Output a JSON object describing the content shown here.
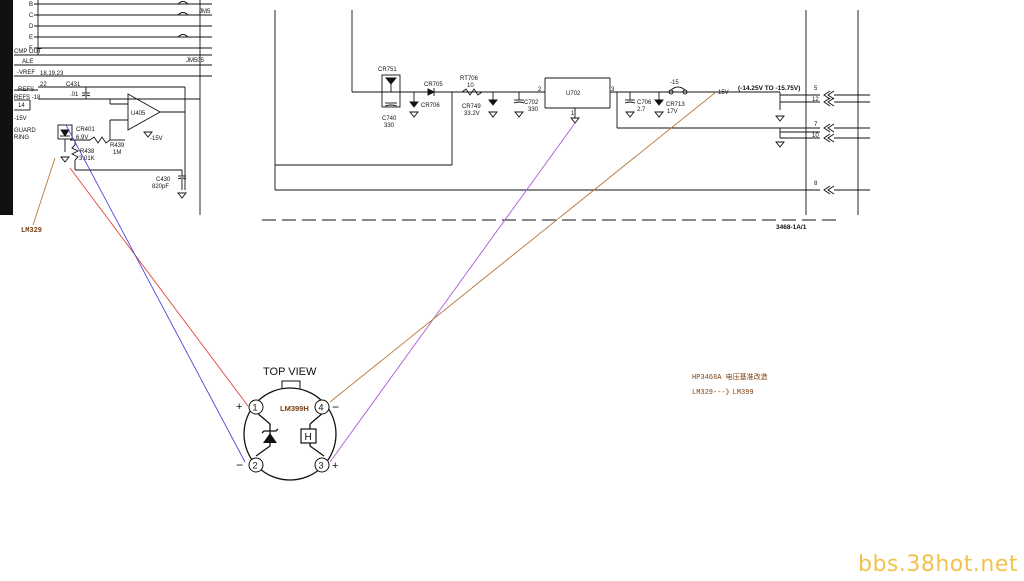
{
  "left_schematic": {
    "pins": [
      "B",
      "C",
      "D",
      "E",
      "F"
    ],
    "net_labels": [
      "CMP OUT",
      "ALE",
      "-VREF",
      "REFS",
      "-15V",
      "GUARD",
      "RING",
      "REFS -18"
    ],
    "header_ref": "JM505",
    "pin_numbers": [
      "22",
      "18,19,23",
      "14"
    ],
    "components": [
      {
        "ref": "C431",
        "value": ".01"
      },
      {
        "ref": "U405",
        "value": ""
      },
      {
        "ref": "CR401",
        "value": "6.9V"
      },
      {
        "ref": "R439",
        "value": "1M"
      },
      {
        "ref": "R438",
        "value": "3.01K"
      },
      {
        "ref": "C430",
        "value": "820pF"
      }
    ],
    "opamp_supply": "-15V",
    "jm_label": "JM5"
  },
  "right_schematic": {
    "components": [
      {
        "ref": "CR751",
        "value": ""
      },
      {
        "ref": "C740",
        "value": "330"
      },
      {
        "ref": "CR705",
        "value": ""
      },
      {
        "ref": "CR706",
        "value": ""
      },
      {
        "ref": "RT706",
        "value": "10"
      },
      {
        "ref": "CR749",
        "value": "33.2V"
      },
      {
        "ref": "C702",
        "value": "330"
      },
      {
        "ref": "U702",
        "value": ""
      },
      {
        "ref": "C706",
        "value": "2.7"
      },
      {
        "ref": "CR713",
        "value": "17V"
      }
    ],
    "regulator_pins": [
      "2",
      "3",
      "1"
    ],
    "rail_label": "-15",
    "output_label": "-15V",
    "range_label": "(-14.25V TO -15.75V)",
    "connector_pins": [
      "5",
      "12",
      "7",
      "10",
      "8"
    ],
    "drawing_number": "3468-1A/1"
  },
  "annotation_left": "LM329",
  "annotation_note_title": "HP3468A 电压基准改造",
  "annotation_note_change": "LM329---》LM399",
  "package": {
    "view_label": "TOP VIEW",
    "part": "LM399H",
    "pins": [
      {
        "num": "1",
        "pol": "+"
      },
      {
        "num": "2",
        "pol": "−"
      },
      {
        "num": "3",
        "pol": "+"
      },
      {
        "num": "4",
        "pol": "−"
      }
    ],
    "heater_label": "H"
  },
  "colors": {
    "red_wire": "#e0463a",
    "blue_wire": "#4a4ad8",
    "purple_wire": "#b15ad6",
    "brown_wire": "#b87a3c",
    "annotation": "#7a3f12",
    "watermark": "#f2c24a"
  },
  "watermark": "bbs.38hot.net"
}
